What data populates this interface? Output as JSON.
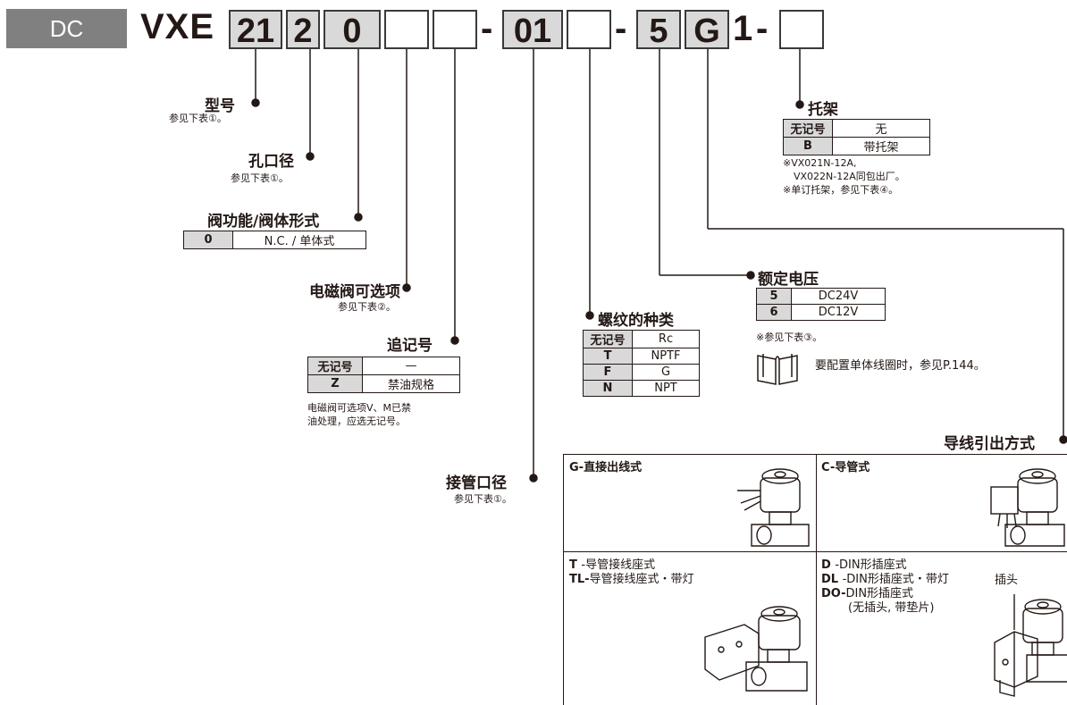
{
  "header": {
    "series": "DC",
    "model_prefix": "VXE",
    "codes": [
      "21",
      "2",
      "0",
      "",
      "",
      "-",
      "01",
      "",
      "-",
      "5",
      "G",
      "1",
      "-",
      ""
    ]
  },
  "options": {
    "model": {
      "title": "型号",
      "note": "参见下表①。"
    },
    "orifice": {
      "title": "孔口径",
      "note": "参见下表①。"
    },
    "valve_type": {
      "title": "阀功能/阀体形式",
      "rows": [
        {
          "k": "0",
          "v": "N.C. / 单体式"
        }
      ]
    },
    "solenoid_option": {
      "title": "电磁阀可选项",
      "note": "参见下表②。"
    },
    "suffix": {
      "title": "追记号",
      "rows": [
        {
          "k": "无记号",
          "v": "—"
        },
        {
          "k": "Z",
          "v": "禁油规格"
        }
      ],
      "note1": "电磁阀可选项V、M已禁",
      "note2": "油处理，应选无记号。"
    },
    "port_size": {
      "title": "接管口径",
      "note": "参见下表①。"
    },
    "thread": {
      "title": "螺纹的种类",
      "rows": [
        {
          "k": "无记号",
          "v": "Rc"
        },
        {
          "k": "T",
          "v": "NPTF"
        },
        {
          "k": "F",
          "v": "G"
        },
        {
          "k": "N",
          "v": "NPT"
        }
      ]
    },
    "voltage": {
      "title": "额定电压",
      "rows": [
        {
          "k": "5",
          "v": "DC24V"
        },
        {
          "k": "6",
          "v": "DC12V"
        }
      ],
      "note": "※参见下表③。",
      "coil_note": "要配置单体线圈时，参见P.144。"
    },
    "bracket": {
      "title": "托架",
      "rows": [
        {
          "k": "无记号",
          "v": "无"
        },
        {
          "k": "B",
          "v": "带托架"
        }
      ],
      "note1": "※VX021N-12A,",
      "note2": "VX022N-12A同包出厂。",
      "note3": "※单订托架，参见下表④。"
    },
    "lead": {
      "title": "导线引出方式",
      "g": "G-直接出线式",
      "c": "C-导管式",
      "t_key": "T",
      "t_text": "-导管接线座式",
      "tl_key": "TL-",
      "tl_text": "导管接线座式・带灯",
      "d_key": "D",
      "d_text": "-DIN形插座式",
      "dl_key": "DL",
      "dl_text": "-DIN形插座式・带灯",
      "do_key": "DO-",
      "do_text": "DIN形插座式",
      "do_sub": "(无插头, 带垫片)",
      "plug": "插头"
    }
  }
}
